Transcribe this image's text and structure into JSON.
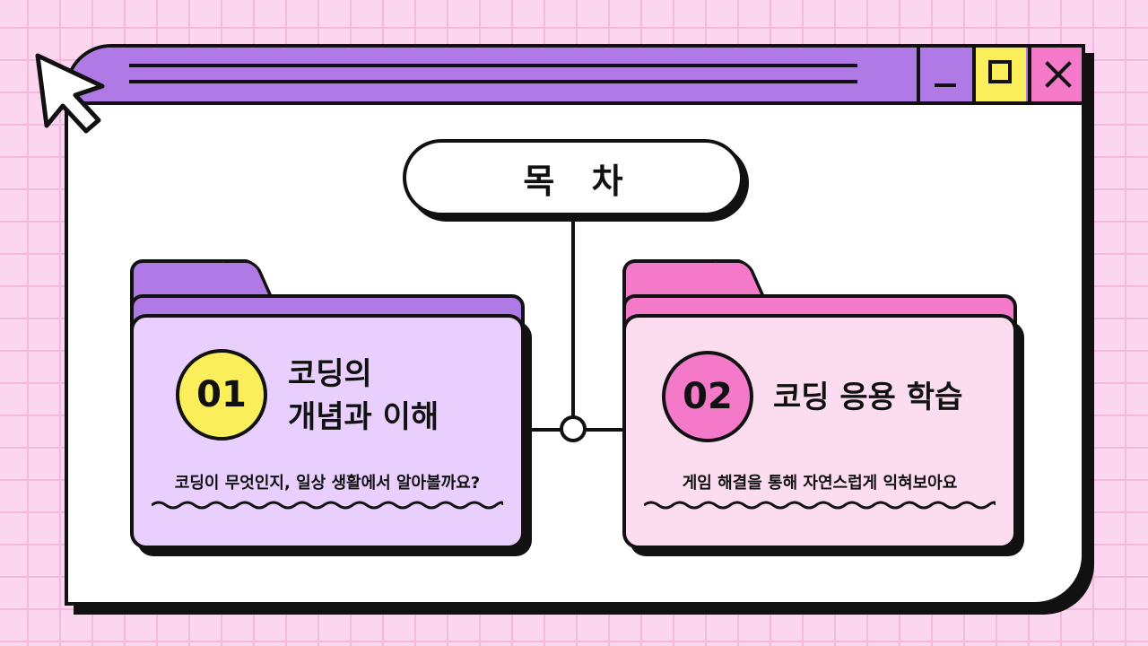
{
  "page": {
    "title": "목 차"
  },
  "items": [
    {
      "number": "01",
      "title_line1": "코딩의",
      "title_line2": "개념과 이해",
      "subtitle": "코딩이 무엇인지, 일상 생활에서 알아볼까요?"
    },
    {
      "number": "02",
      "title": "코딩 응용 학습",
      "subtitle": "게임 해결을 통해 자연스럽게 익혀보아요"
    }
  ],
  "colors": {
    "background": "#fcd6ee",
    "titlebar": "#b07ae6",
    "purple_folder": "#e8cffd",
    "purple_tab": "#b07ae6",
    "pink_folder": "#fcddf0",
    "pink_tab": "#f47ac9",
    "badge_yellow": "#faee5a",
    "badge_pink": "#f47ac9",
    "outline": "#111111"
  },
  "icons": {
    "cursor": "arrow-cursor-icon",
    "minimize": "minimize-icon",
    "maximize": "maximize-icon",
    "close": "close-icon"
  }
}
